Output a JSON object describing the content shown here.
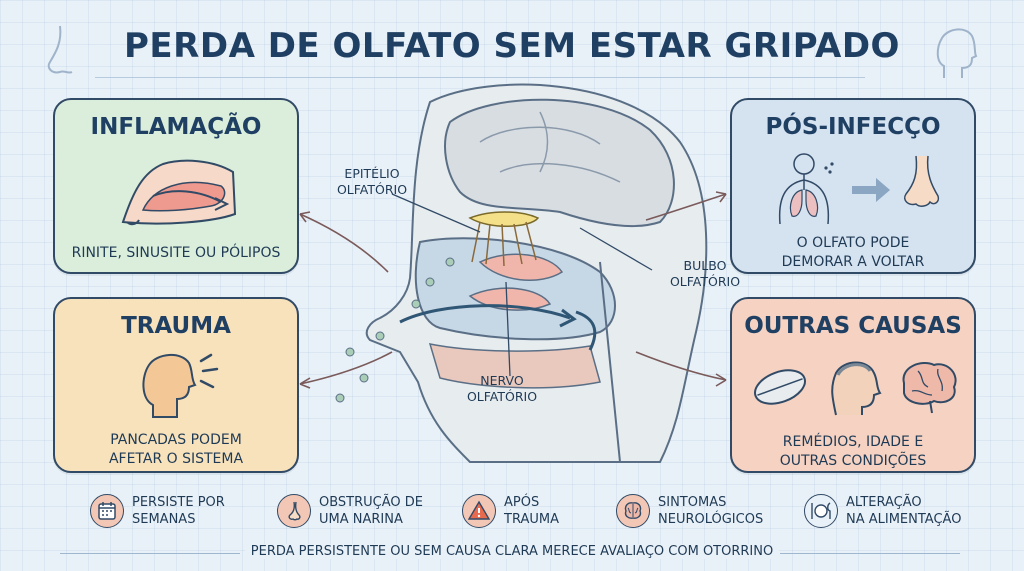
{
  "title": "PERDA DE OLFATO SEM ESTAR GRIPADO",
  "cards": {
    "inflamacao": {
      "title": "INFLAMAÇÃO",
      "text": "RINITE, SINUSITE OU PÓLIPOS",
      "icon": "nasal-cavity-icon"
    },
    "trauma": {
      "title": "TRAUMA",
      "text": "PANCADAS PODEM\nAFETAR O SISTEMA",
      "icon": "head-impact-icon"
    },
    "pos_infeccao": {
      "title": "PÓS-INFECÇO",
      "text": "O OLFATO PODE\nDEMORAR A VOLTAR",
      "icon": "lungs-to-nose-icon"
    },
    "outras": {
      "title": "OUTRAS CAUSAS",
      "text": "REMÉDIOS, IDADE E\nOUTRAS CONDIÇÕES",
      "icon": "pill-elder-brain-icon"
    }
  },
  "diagram_labels": {
    "epitelio": "EPITÉLIO\nOLFATÓRIO",
    "bulbo": "BULBO\nOLFATÓRIO",
    "nervo": "NERVO\nOLFATÓRIO"
  },
  "warning_signs": [
    {
      "text": "PERSISTE POR\nSEMANAS",
      "icon": "calendar-icon"
    },
    {
      "text": "OBSTRUÇÃO DE\nUMA NARINA",
      "icon": "nose-icon"
    },
    {
      "text": "APÓS\nTRAUMA",
      "icon": "warning-icon"
    },
    {
      "text": "SINTOMAS\nNEUROLÓGICOS",
      "icon": "brain-icon"
    },
    {
      "text": "ALTERAÇÃO\nNA ALIMENTAÇÃO",
      "icon": "plate-cutlery-icon"
    }
  ],
  "footer": "PERDA PERSISTENTE OU SEM CAUSA CLARA MERECE AVALIAÇO COM OTORRINO",
  "colors": {
    "inflamacao_bg": "#dbeedb",
    "trauma_bg": "#f7e2bc",
    "pos_infeccao_bg": "#d5e2f0",
    "outras_bg": "#f5d2c1",
    "title": "#1f3f63"
  }
}
